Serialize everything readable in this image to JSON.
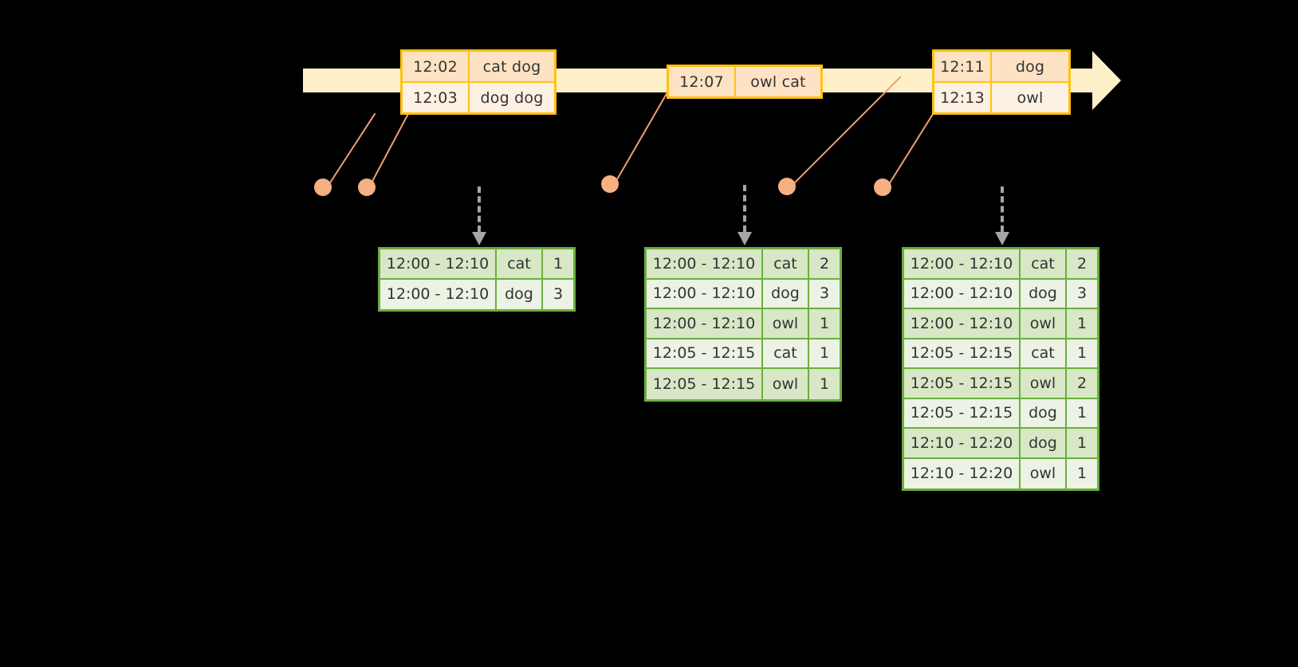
{
  "timeline": {
    "label": "event-stream-timeline",
    "bar_color": "#fdf0c8",
    "arrow_color": "#fdf0c8"
  },
  "event_boxes": [
    {
      "name": "event-box-1",
      "rows": [
        {
          "time": "12:02",
          "payload": "cat dog"
        },
        {
          "time": "12:03",
          "payload": "dog dog"
        }
      ]
    },
    {
      "name": "event-box-2",
      "rows": [
        {
          "time": "12:07",
          "payload": "owl cat"
        }
      ]
    },
    {
      "name": "event-box-3",
      "rows": [
        {
          "time": "12:11",
          "payload": "dog"
        },
        {
          "time": "12:13",
          "payload": "owl"
        }
      ]
    }
  ],
  "result_tables": [
    {
      "name": "result-table-1",
      "rows": [
        {
          "window": "12:00 - 12:10",
          "key": "cat",
          "count": "1"
        },
        {
          "window": "12:00 - 12:10",
          "key": "dog",
          "count": "3"
        }
      ]
    },
    {
      "name": "result-table-2",
      "rows": [
        {
          "window": "12:00 - 12:10",
          "key": "cat",
          "count": "2"
        },
        {
          "window": "12:00 - 12:10",
          "key": "dog",
          "count": "3"
        },
        {
          "window": "12:00 - 12:10",
          "key": "owl",
          "count": "1"
        },
        {
          "window": "12:05 - 12:15",
          "key": "cat",
          "count": "1"
        },
        {
          "window": "12:05 - 12:15",
          "key": "owl",
          "count": "1"
        }
      ]
    },
    {
      "name": "result-table-3",
      "rows": [
        {
          "window": "12:00 - 12:10",
          "key": "cat",
          "count": "2"
        },
        {
          "window": "12:00 - 12:10",
          "key": "dog",
          "count": "3"
        },
        {
          "window": "12:00 - 12:10",
          "key": "owl",
          "count": "1"
        },
        {
          "window": "12:05 - 12:15",
          "key": "cat",
          "count": "1"
        },
        {
          "window": "12:05 - 12:15",
          "key": "owl",
          "count": "2"
        },
        {
          "window": "12:05 - 12:15",
          "key": "dog",
          "count": "1"
        },
        {
          "window": "12:10 - 12:20",
          "key": "dog",
          "count": "1"
        },
        {
          "window": "12:10 - 12:20",
          "key": "owl",
          "count": "1"
        }
      ]
    }
  ],
  "colors": {
    "background": "#000000",
    "timeline": "#fdf0c8",
    "event_border": "#ffc20e",
    "event_shade": "#fde3c4",
    "event_light": "#fdf1e3",
    "connector": "#f5b183",
    "table_border": "#6aaf3f",
    "table_shade": "#d8e7c6",
    "table_light": "#ecf2e4",
    "arrow": "#a6a6a6"
  }
}
